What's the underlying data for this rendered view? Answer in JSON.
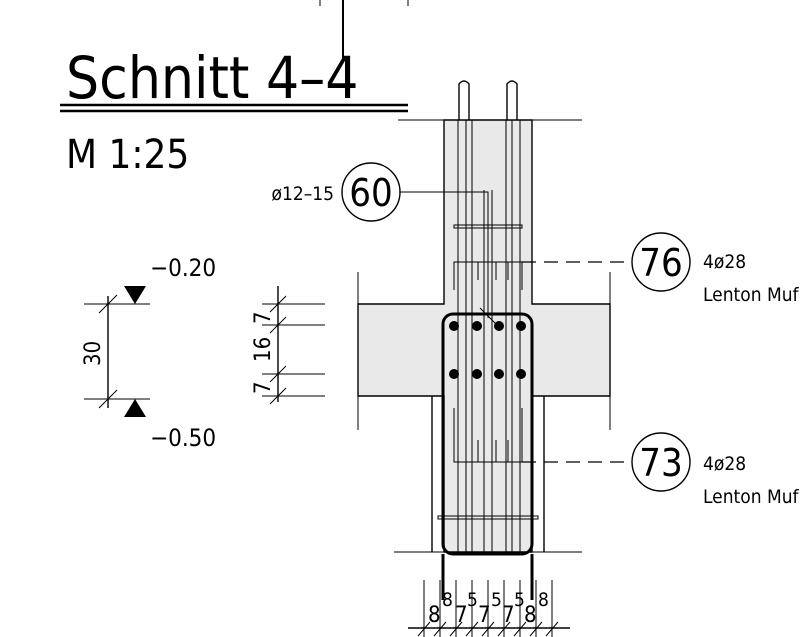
{
  "title": "Schnitt 4–4",
  "scale": "M 1:25",
  "levels": {
    "top": "−0.20",
    "bottom": "−0.50",
    "height": "30"
  },
  "vertical_dims": [
    "7",
    "16",
    "7"
  ],
  "bottom_dims": [
    "8",
    "8",
    "7",
    "5",
    "7",
    "5",
    "7",
    "5",
    "8",
    "8"
  ],
  "callouts": [
    {
      "number": "60",
      "spec": "ø12–15"
    },
    {
      "number": "76",
      "spec": "4ø28",
      "note": "Lenton Muf"
    },
    {
      "number": "73",
      "spec": "4ø28",
      "note": "Lenton Muf"
    }
  ]
}
